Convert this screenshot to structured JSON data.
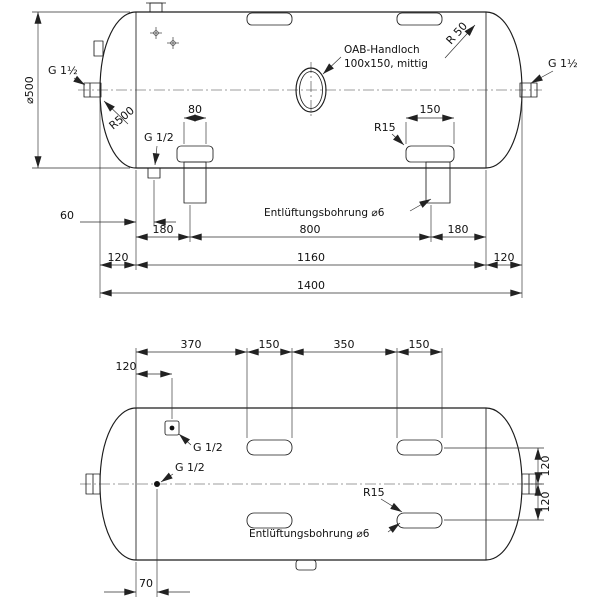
{
  "colors": {
    "line": "#1c1c1c",
    "background": "#ffffff"
  },
  "side_view": {
    "diameter": "⌀500",
    "port_left": "G 1½",
    "port_right": "G 1½",
    "head_radius": "R500",
    "drain_port": "G 1/2",
    "handhole_line1": "OAB-Handloch",
    "handhole_line2": "100x150, mittig",
    "corner_radius": "R 50",
    "dim_pad_left": "80",
    "dim_pad_right": "150",
    "foot_radius": "R15",
    "vent_label": "Entlüftungsbohrung ⌀6",
    "dim_drain": "60",
    "dim_leg_left": "180",
    "dim_leg_span": "800",
    "dim_leg_right": "180",
    "dim_head_left": "120",
    "dim_shell": "1160",
    "dim_head_right": "120",
    "dim_total": "1400"
  },
  "top_view": {
    "dim_pad_offset": "370",
    "dim_pad1": "150",
    "dim_pad_gap": "350",
    "dim_pad2": "150",
    "dim_fitting_offset": "120",
    "fitting_label": "G 1/2",
    "drain_label": "G 1/2",
    "pad_radius": "R15",
    "dim_row_upper": "120",
    "dim_row_lower": "120",
    "vent_label": "Entlüftungsbohrung ⌀6",
    "dim_drain_offset": "70"
  }
}
